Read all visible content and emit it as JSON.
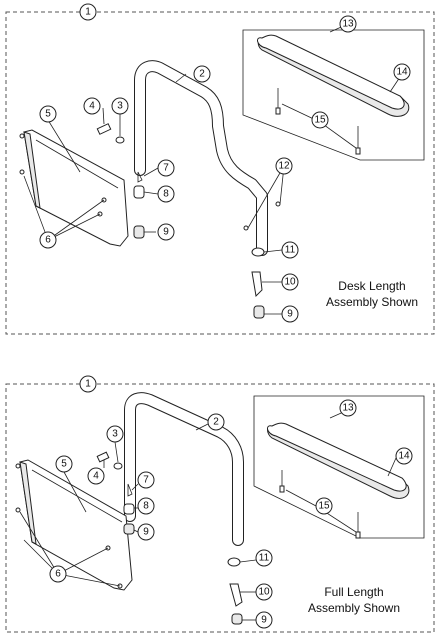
{
  "panels": [
    {
      "id": "desk",
      "caption_line1": "Desk Length",
      "caption_line2": "Assembly Shown",
      "callouts": [
        "1",
        "2",
        "3",
        "4",
        "5",
        "6",
        "7",
        "8",
        "9",
        "9",
        "11",
        "10",
        "12",
        "13",
        "14",
        "15"
      ]
    },
    {
      "id": "full",
      "caption_line1": "Full Length",
      "caption_line2": "Assembly Shown",
      "callouts": [
        "1",
        "2",
        "3",
        "4",
        "5",
        "6",
        "7",
        "8",
        "9",
        "9",
        "11",
        "10",
        "13",
        "14",
        "15"
      ]
    }
  ]
}
